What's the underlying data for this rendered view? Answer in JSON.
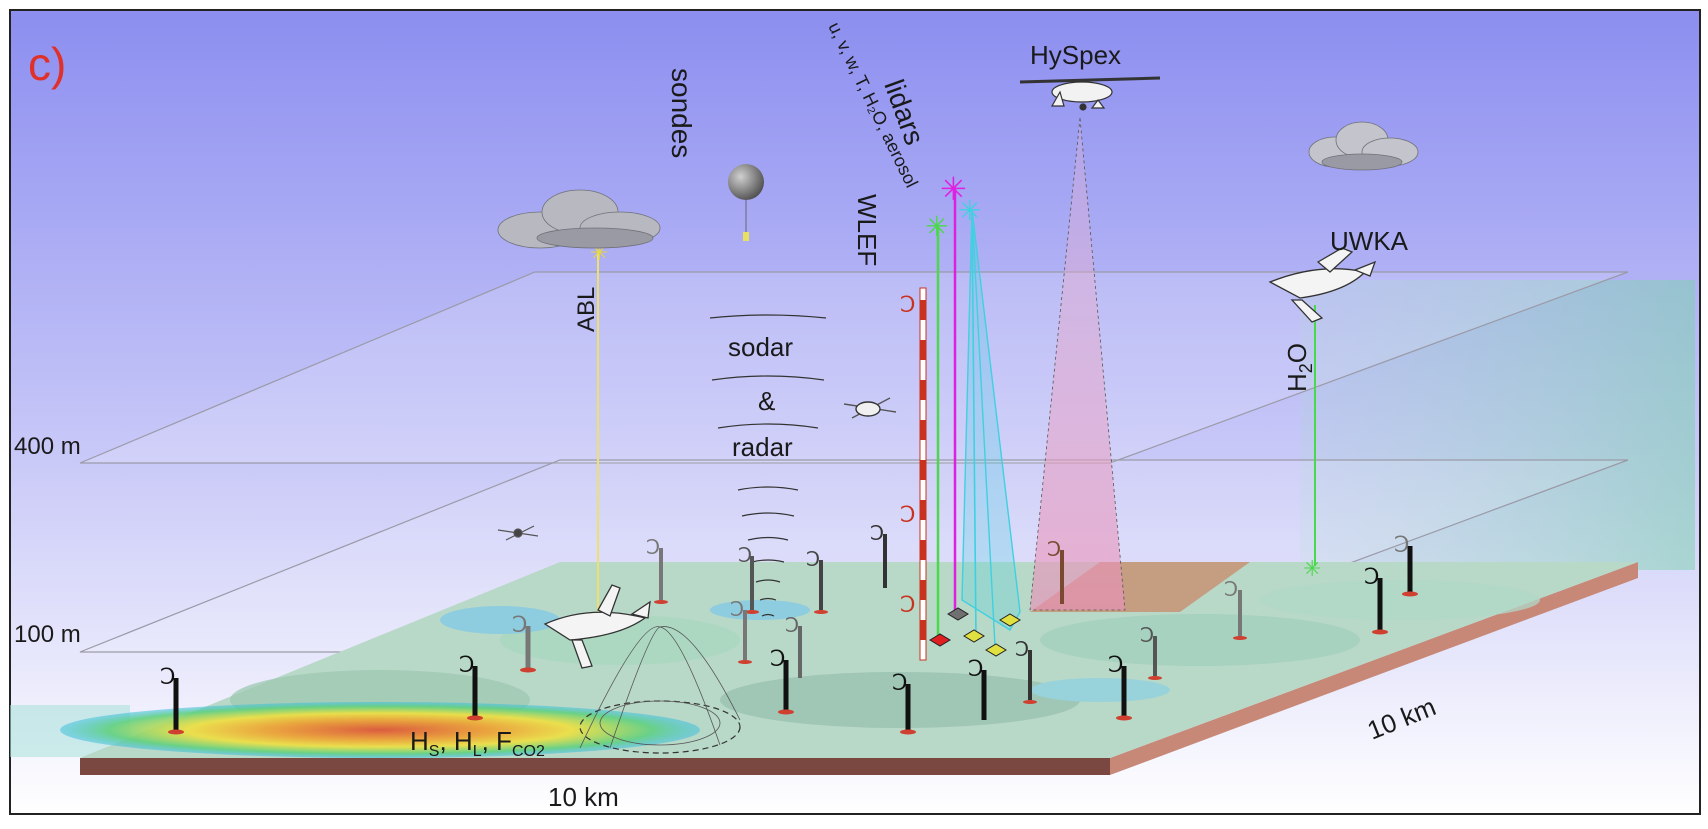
{
  "panel_label": "c)",
  "labels": {
    "sondes": "sondes",
    "lidars": "lidars",
    "lidar_vars": "u, v, w, T, H₂O, aerosol",
    "hyspex": "HySpex",
    "wlef": "WLEF",
    "uwka": "UWKA",
    "abl": "ABL",
    "sodar": "sodar",
    "amp": "&",
    "radar": "radar",
    "h2o_main": "H",
    "h2o_sub": "2",
    "h2o_tail": "O",
    "h400": "400 m",
    "h100": "100 m",
    "dist_bottom": "10 km",
    "dist_right": "10 km",
    "flux_hs": "H",
    "flux_hs_sub": "S",
    "flux_hl": ", H",
    "flux_hl_sub": "L",
    "flux_f": ", F",
    "flux_f_sub": "CO2"
  },
  "colors": {
    "panel_label": "#e0302a",
    "sky_top": "#8c8ef0",
    "sky_bottom": "#ffffff",
    "tower_red": "#c8321e",
    "lidar_green": "#4cd84c",
    "lidar_magenta": "#e020e0",
    "lidar_cyan": "#40d0e0",
    "hyspex_cone": "#e8a0c0",
    "abl_line": "#e8e070",
    "ground_side": "#8a5048"
  }
}
